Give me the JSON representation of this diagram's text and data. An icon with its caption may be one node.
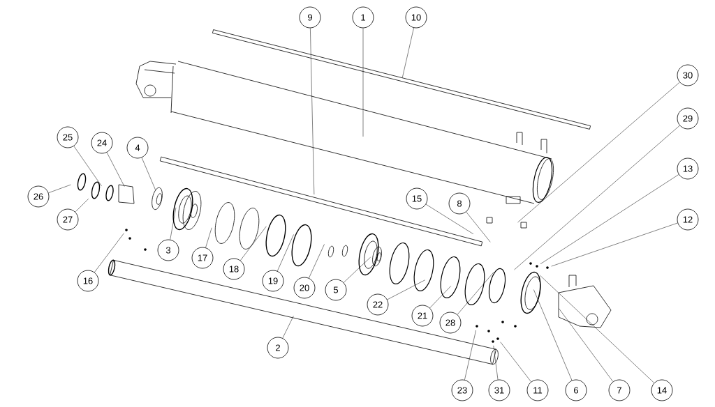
{
  "diagram": {
    "nodes": [
      {
        "text": [
          "9"
        ]
      },
      {
        "text": [
          "1"
        ]
      },
      {
        "text": [
          "10"
        ]
      },
      {
        "text": [
          "30"
        ]
      },
      {
        "text": [
          "29"
        ]
      },
      {
        "text": [
          "25"
        ]
      },
      {
        "text": [
          "24"
        ]
      },
      {
        "text": [
          "4"
        ]
      },
      {
        "text": [
          "13"
        ]
      },
      {
        "text": [
          "26"
        ]
      },
      {
        "text": [
          "15"
        ]
      },
      {
        "text": [
          "8"
        ]
      },
      {
        "text": [
          "12"
        ]
      },
      {
        "text": [
          "27"
        ]
      },
      {
        "text": [
          "3"
        ]
      },
      {
        "text": [
          "17"
        ]
      },
      {
        "text": [
          "18"
        ]
      },
      {
        "text": [
          "19"
        ]
      },
      {
        "text": [
          "20"
        ]
      },
      {
        "text": [
          "5"
        ]
      },
      {
        "text": [
          "16"
        ]
      },
      {
        "text": [
          "22"
        ]
      },
      {
        "text": [
          "21"
        ]
      },
      {
        "text": [
          "28"
        ]
      },
      {
        "text": [
          "2"
        ]
      },
      {
        "text": [
          "23"
        ]
      },
      {
        "text": [
          "31"
        ]
      },
      {
        "text": [
          "11"
        ]
      },
      {
        "text": [
          "6"
        ]
      },
      {
        "text": [
          "7"
        ]
      },
      {
        "text": [
          "14"
        ]
      }
    ],
    "edges": [
      {
        "from": 0,
        "to": null,
        "arrow": "none"
      },
      {
        "from": 1,
        "to": null,
        "arrow": "none"
      },
      {
        "from": 2,
        "to": null,
        "arrow": "none"
      },
      {
        "from": 3,
        "to": null,
        "arrow": "none"
      },
      {
        "from": 4,
        "to": null,
        "arrow": "none"
      },
      {
        "from": 5,
        "to": null,
        "arrow": "none"
      },
      {
        "from": 6,
        "to": null,
        "arrow": "none"
      },
      {
        "from": 7,
        "to": null,
        "arrow": "none"
      },
      {
        "from": 8,
        "to": null,
        "arrow": "none"
      },
      {
        "from": 9,
        "to": null,
        "arrow": "none"
      },
      {
        "from": 10,
        "to": null,
        "arrow": "none"
      },
      {
        "from": 11,
        "to": null,
        "arrow": "none"
      },
      {
        "from": 12,
        "to": null,
        "arrow": "none"
      },
      {
        "from": 13,
        "to": null,
        "arrow": "none"
      },
      {
        "from": 14,
        "to": null,
        "arrow": "none"
      },
      {
        "from": 15,
        "to": null,
        "arrow": "none"
      },
      {
        "from": 16,
        "to": null,
        "arrow": "none"
      },
      {
        "from": 17,
        "to": null,
        "arrow": "none"
      },
      {
        "from": 18,
        "to": null,
        "arrow": "none"
      },
      {
        "from": 19,
        "to": null,
        "arrow": "none"
      },
      {
        "from": 20,
        "to": null,
        "arrow": "none"
      },
      {
        "from": 21,
        "to": null,
        "arrow": "none"
      },
      {
        "from": 22,
        "to": null,
        "arrow": "none"
      },
      {
        "from": 23,
        "to": null,
        "arrow": "none"
      },
      {
        "from": 24,
        "to": null,
        "arrow": "none"
      },
      {
        "from": 25,
        "to": null,
        "arrow": "none"
      },
      {
        "from": 26,
        "to": null,
        "arrow": "none"
      },
      {
        "from": 27,
        "to": null,
        "arrow": "none"
      },
      {
        "from": 28,
        "to": null,
        "arrow": "none"
      },
      {
        "from": 29,
        "to": null,
        "arrow": "none"
      },
      {
        "from": 30,
        "to": null,
        "arrow": "none"
      }
    ]
  }
}
